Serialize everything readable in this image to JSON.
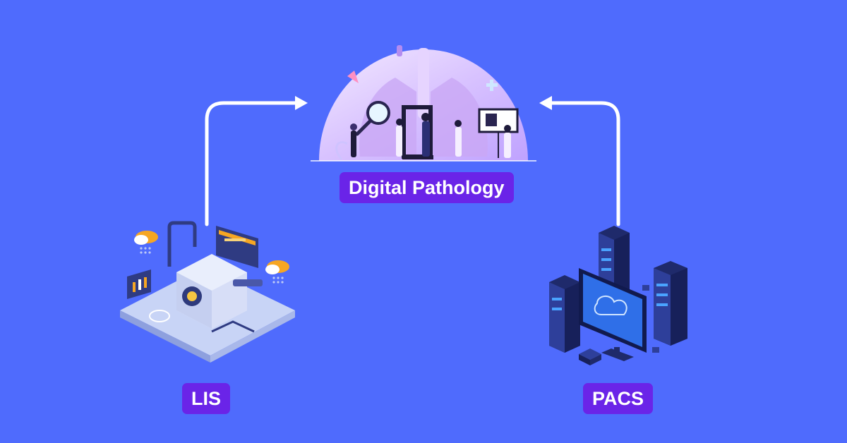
{
  "nodes": {
    "digital_pathology": {
      "label": "Digital Pathology"
    },
    "lis": {
      "label": "LIS"
    },
    "pacs": {
      "label": "PACS"
    }
  },
  "connections": [
    {
      "from": "LIS",
      "to": "Digital Pathology"
    },
    {
      "from": "PACS",
      "to": "Digital Pathology"
    }
  ],
  "colors": {
    "background": "#4f6bfd",
    "label_fill": "#6a24e8",
    "label_text": "#ffffff",
    "arrow": "#ffffff"
  },
  "icons": {
    "digital_pathology": "lungs-lab-scientists-illustration",
    "lis": "isometric-lab-machine-illustration",
    "pacs": "server-monitor-cloud-illustration"
  }
}
